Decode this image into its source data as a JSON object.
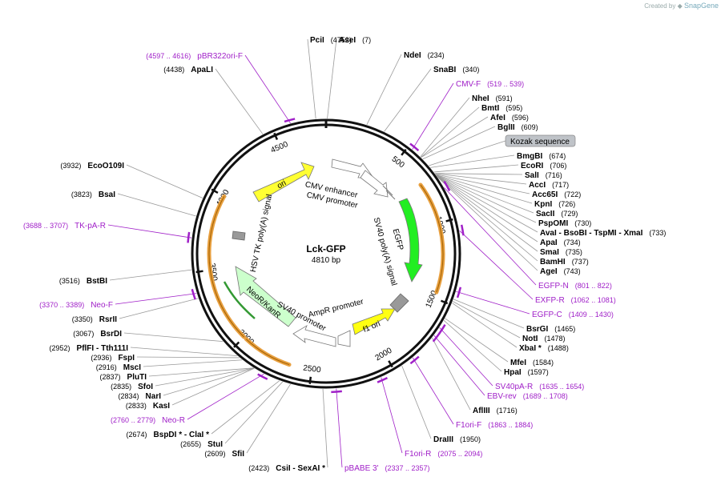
{
  "credit": {
    "prefix": "Created by",
    "brand": "SnapGene"
  },
  "plasmid": {
    "name": "Lck-GFP",
    "length": "4810 bp"
  },
  "ticks": [
    "500",
    "1000",
    "1500",
    "2000",
    "2500",
    "3000",
    "3500",
    "4000",
    "4500"
  ],
  "features": [
    {
      "label": "CMV enhancer"
    },
    {
      "label": "CMV promoter"
    },
    {
      "label": "EGFP"
    },
    {
      "label": "SV40 poly(A) signal"
    },
    {
      "label": "f1 ori"
    },
    {
      "label": "AmpR promoter"
    },
    {
      "label": "SV40 promoter"
    },
    {
      "label": "NeoR/KanR"
    },
    {
      "label": "HSV TK poly(A) signal"
    },
    {
      "label": "ori"
    }
  ],
  "kozak": "Kozak sequence",
  "sites": [
    {
      "name": "PciI",
      "pos": "(4752)"
    },
    {
      "name": "AseI",
      "pos": "(7)"
    },
    {
      "name": "NdeI",
      "pos": "(234)"
    },
    {
      "name": "SnaBI",
      "pos": "(340)"
    },
    {
      "name": "NheI",
      "pos": "(591)"
    },
    {
      "name": "BmtI",
      "pos": "(595)"
    },
    {
      "name": "AfeI",
      "pos": "(596)"
    },
    {
      "name": "BglII",
      "pos": "(609)"
    },
    {
      "name": "BmgBI",
      "pos": "(674)"
    },
    {
      "name": "EcoRI",
      "pos": "(706)"
    },
    {
      "name": "SalI",
      "pos": "(716)"
    },
    {
      "name": "AccI",
      "pos": "(717)"
    },
    {
      "name": "Acc65I",
      "pos": "(722)"
    },
    {
      "name": "KpnI",
      "pos": "(726)"
    },
    {
      "name": "SacII",
      "pos": "(729)"
    },
    {
      "name": "PspOMI",
      "pos": "(730)"
    },
    {
      "name": "AvaI  - BsoBI  - TspMI  - XmaI",
      "pos": "(733)"
    },
    {
      "name": "ApaI",
      "pos": "(734)"
    },
    {
      "name": "SmaI",
      "pos": "(735)"
    },
    {
      "name": "BamHI",
      "pos": "(737)"
    },
    {
      "name": "AgeI",
      "pos": "(743)"
    },
    {
      "name": "BsrGI",
      "pos": "(1465)"
    },
    {
      "name": "NotI",
      "pos": "(1478)"
    },
    {
      "name": "XbaI *",
      "pos": "(1488)"
    },
    {
      "name": "MfeI",
      "pos": "(1584)"
    },
    {
      "name": "HpaI",
      "pos": "(1597)"
    },
    {
      "name": "AflIII",
      "pos": "(1716)"
    },
    {
      "name": "DraIII",
      "pos": "(1950)"
    },
    {
      "name": "CsiI  - SexAI *",
      "pos": "(2423)"
    },
    {
      "name": "SfiI",
      "pos": "(2609)"
    },
    {
      "name": "StuI",
      "pos": "(2655)"
    },
    {
      "name": "BspDI *  - ClaI *",
      "pos": "(2674)"
    },
    {
      "name": "KasI",
      "pos": "(2833)"
    },
    {
      "name": "NarI",
      "pos": "(2834)"
    },
    {
      "name": "SfoI",
      "pos": "(2835)"
    },
    {
      "name": "PluTI",
      "pos": "(2837)"
    },
    {
      "name": "MscI",
      "pos": "(2916)"
    },
    {
      "name": "FspI",
      "pos": "(2936)"
    },
    {
      "name": "PflFI  - Tth111I",
      "pos": "(2952)"
    },
    {
      "name": "BsrDI",
      "pos": "(3067)"
    },
    {
      "name": "RsrII",
      "pos": "(3350)"
    },
    {
      "name": "BstBI",
      "pos": "(3516)"
    },
    {
      "name": "BsaI",
      "pos": "(3823)"
    },
    {
      "name": "EcoO109I",
      "pos": "(3932)"
    },
    {
      "name": "ApaLI",
      "pos": "(4438)"
    }
  ],
  "primers": [
    {
      "name": "pBR322ori-F",
      "pos": "(4597 .. 4616)"
    },
    {
      "name": "CMV-F",
      "pos": "(519 .. 539)"
    },
    {
      "name": "EGFP-N",
      "pos": "(801 .. 822)"
    },
    {
      "name": "EXFP-R",
      "pos": "(1062 .. 1081)"
    },
    {
      "name": "EGFP-C",
      "pos": "(1409 .. 1430)"
    },
    {
      "name": "SV40pA-R",
      "pos": "(1635 .. 1654)"
    },
    {
      "name": "EBV-rev",
      "pos": "(1689 .. 1708)"
    },
    {
      "name": "F1ori-F",
      "pos": "(1863 .. 1884)"
    },
    {
      "name": "F1ori-R",
      "pos": "(2075 .. 2094)"
    },
    {
      "name": "pBABE 3'",
      "pos": "(2337 .. 2357)"
    },
    {
      "name": "Neo-R",
      "pos": "(2760 .. 2779)"
    },
    {
      "name": "Neo-F",
      "pos": "(3370 .. 3389)"
    },
    {
      "name": "TK-pA-R",
      "pos": "(3688 .. 3707)"
    }
  ]
}
